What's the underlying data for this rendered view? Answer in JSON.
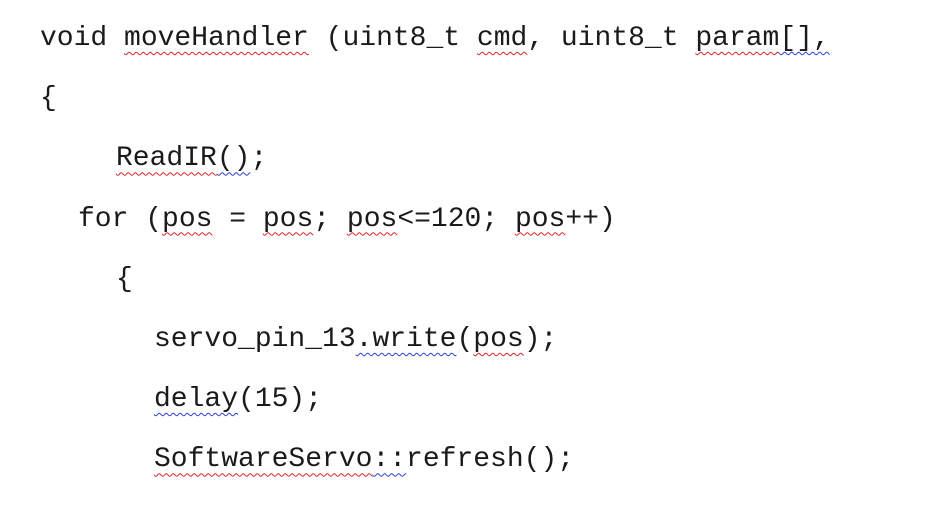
{
  "document": {
    "lines": [
      {
        "indent": 0,
        "segments": [
          {
            "text": "void ",
            "mark": "none"
          },
          {
            "text": "moveHandler",
            "mark": "red"
          },
          {
            "text": " (uint8_t ",
            "mark": "none"
          },
          {
            "text": "cmd",
            "mark": "red"
          },
          {
            "text": ", uint8_t ",
            "mark": "none"
          },
          {
            "text": "param",
            "mark": "red"
          },
          {
            "text": "[],",
            "mark": "blue"
          }
        ]
      },
      {
        "indent": 0,
        "segments": [
          {
            "text": "{",
            "mark": "none"
          }
        ]
      },
      {
        "indent": 4,
        "segments": [
          {
            "text": "ReadIR",
            "mark": "red"
          },
          {
            "text": "()",
            "mark": "blue"
          },
          {
            "text": ";",
            "mark": "none"
          }
        ]
      },
      {
        "indent": 2,
        "segments": [
          {
            "text": "for (",
            "mark": "none"
          },
          {
            "text": "pos",
            "mark": "red"
          },
          {
            "text": " = ",
            "mark": "none"
          },
          {
            "text": "pos",
            "mark": "red"
          },
          {
            "text": "; ",
            "mark": "none"
          },
          {
            "text": "pos",
            "mark": "red"
          },
          {
            "text": "<=120; ",
            "mark": "none"
          },
          {
            "text": "pos",
            "mark": "red"
          },
          {
            "text": "++)",
            "mark": "none"
          }
        ]
      },
      {
        "indent": 4,
        "segments": [
          {
            "text": "{",
            "mark": "none"
          }
        ]
      },
      {
        "indent": 6,
        "segments": [
          {
            "text": "servo_pin_13",
            "mark": "none"
          },
          {
            "text": ".write",
            "mark": "blue"
          },
          {
            "text": "(",
            "mark": "none"
          },
          {
            "text": "pos",
            "mark": "red"
          },
          {
            "text": ");",
            "mark": "none"
          }
        ]
      },
      {
        "indent": 6,
        "segments": [
          {
            "text": "delay",
            "mark": "blue"
          },
          {
            "text": "(15);",
            "mark": "none"
          }
        ]
      },
      {
        "indent": 6,
        "segments": [
          {
            "text": "SoftwareServo",
            "mark": "red"
          },
          {
            "text": "::",
            "mark": "blue"
          },
          {
            "text": "refresh();",
            "mark": "none"
          }
        ]
      }
    ]
  },
  "colors": {
    "text": "#1a1a1a",
    "spelling_squiggle": "#d9242a",
    "grammar_squiggle": "#2b3fd6",
    "background": "#ffffff"
  }
}
